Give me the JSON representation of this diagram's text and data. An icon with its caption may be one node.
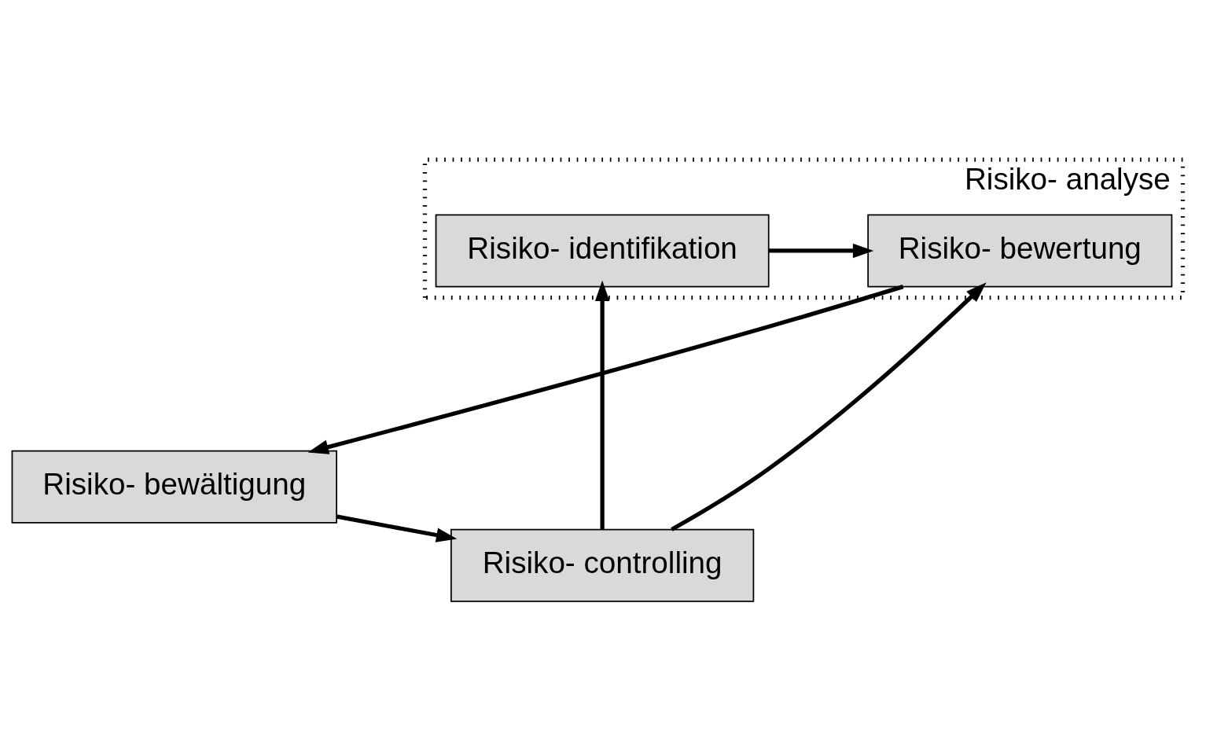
{
  "diagram": {
    "nodes": [
      {
        "text": [
          "Risiko- analyse"
        ]
      },
      {
        "text": [
          "Risiko- identifikation"
        ],
        "in": 0
      },
      {
        "text": [
          "Risiko- controlling"
        ]
      },
      {
        "text": [
          "Risiko- bewertung"
        ],
        "in": 0
      },
      {
        "text": [
          "Risiko- bewältigung"
        ]
      }
    ],
    "edges": [
      {
        "from": 2,
        "to": 1,
        "arrow": "to"
      },
      {
        "from": 1,
        "to": 3,
        "arrow": "to"
      },
      {
        "from": 2,
        "to": 3,
        "arrow": "to"
      },
      {
        "from": 3,
        "to": 4,
        "arrow": "to"
      },
      {
        "from": 4,
        "to": 2,
        "arrow": "to"
      }
    ]
  }
}
